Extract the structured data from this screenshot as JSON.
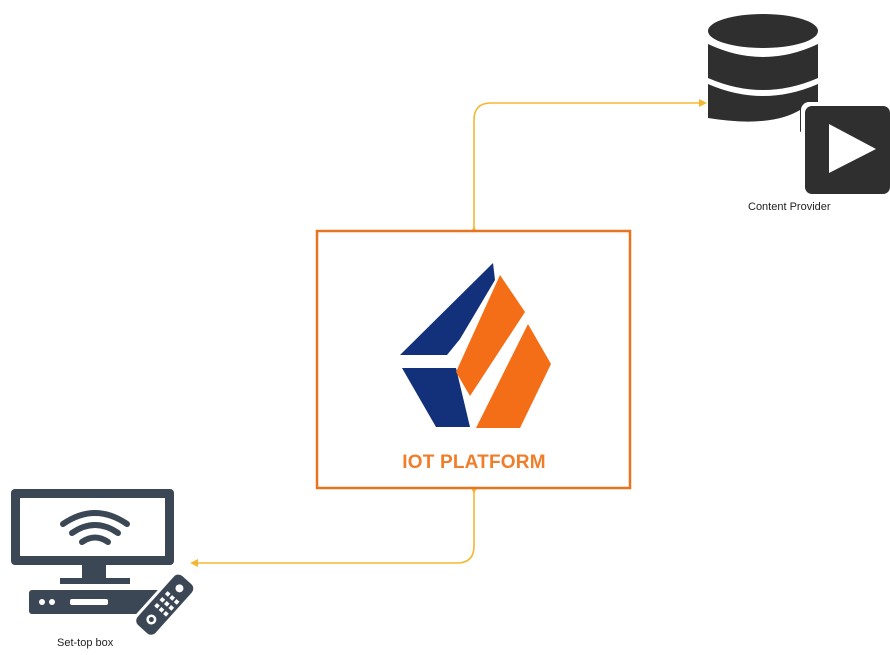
{
  "diagram": {
    "platform": {
      "label": "IOT PLATFORM"
    },
    "content_provider": {
      "label": "Content Provider"
    },
    "set_top_box": {
      "label": "Set-top box"
    }
  },
  "colors": {
    "platform_border": "#e8741f",
    "platform_text": "#f07d2a",
    "logo_blue": "#13307a",
    "logo_orange": "#f36e16",
    "connector": "#f5b731",
    "icon_dark": "#2f2f2f",
    "tv_gray": "#3b4755"
  }
}
